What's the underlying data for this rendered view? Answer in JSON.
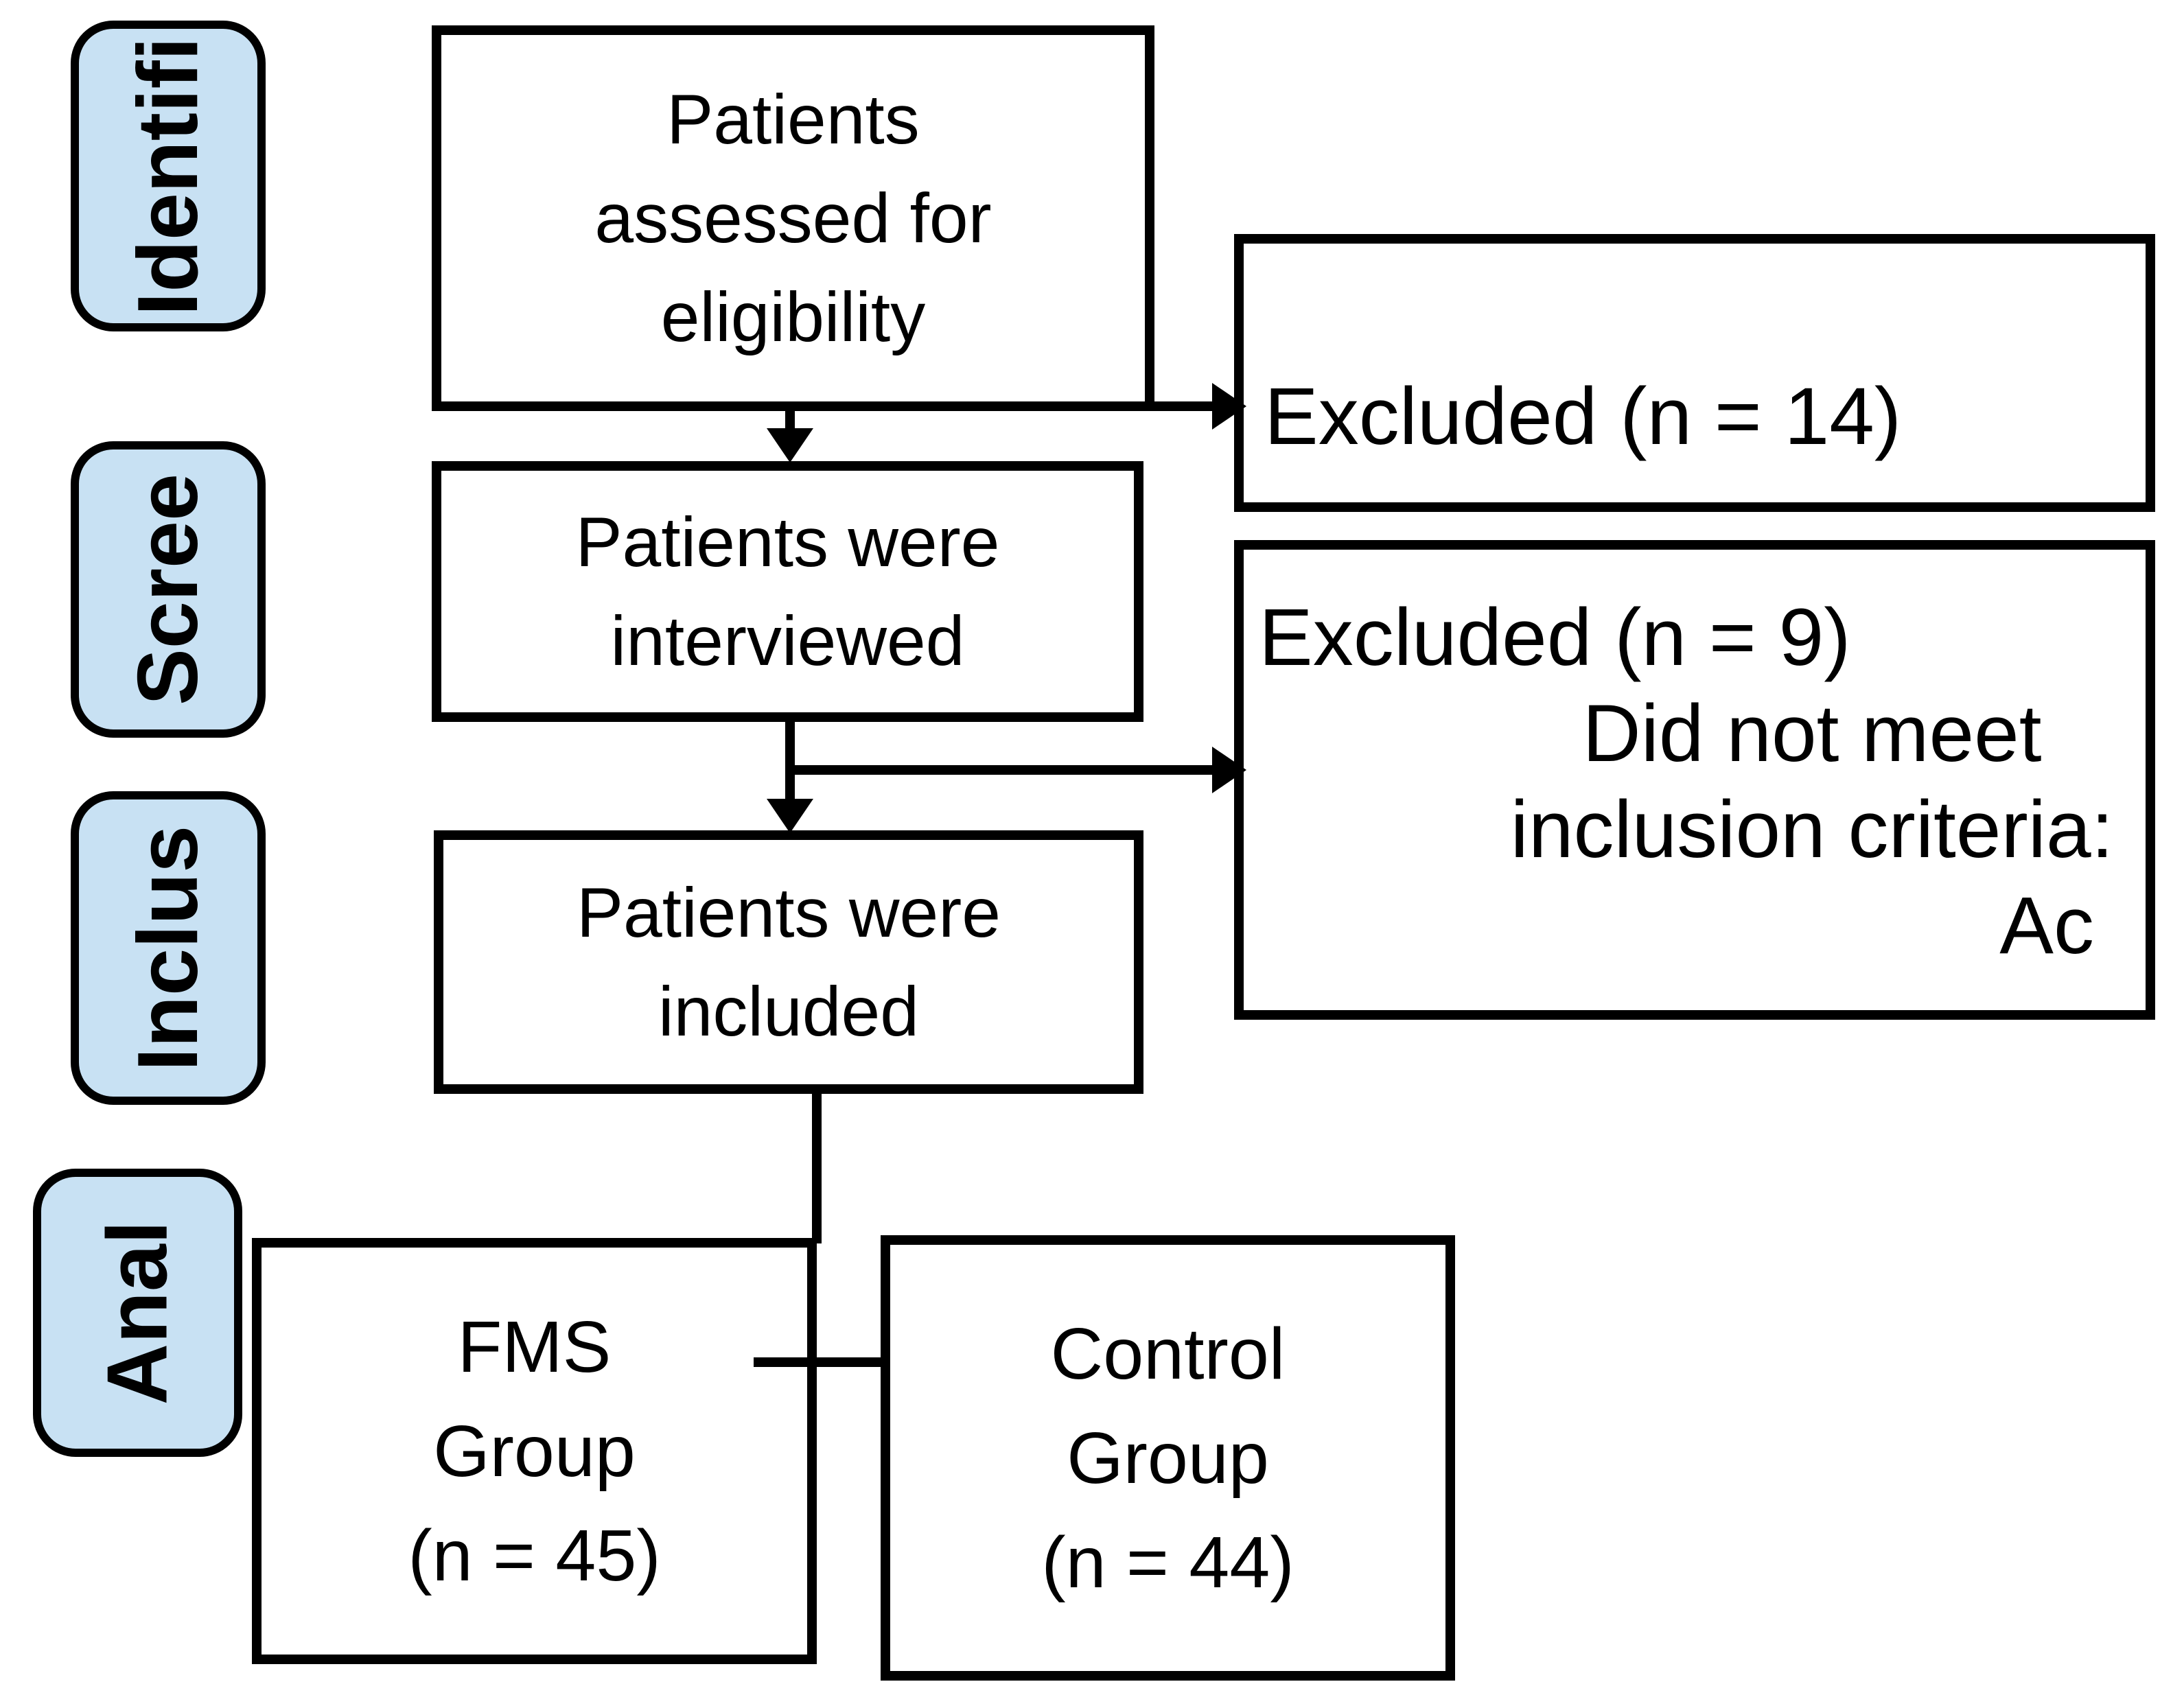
{
  "figure": {
    "background": "#ffffff",
    "border_color": "#000000",
    "stage_fill": "#c8e1f3",
    "stages": [
      {
        "label": "Identifi"
      },
      {
        "label": "Scree"
      },
      {
        "label": "Inclus"
      },
      {
        "label": "Anal"
      }
    ],
    "flow": {
      "assessed": {
        "lines": [
          "Patients",
          "assessed for",
          "eligibility"
        ]
      },
      "interviewed": {
        "lines": [
          "Patients were",
          "interviewed"
        ]
      },
      "included": {
        "lines": [
          "Patients were",
          "included"
        ]
      },
      "fms": {
        "lines": [
          "FMS",
          "Group",
          "(n = 45)"
        ]
      },
      "control": {
        "lines": [
          "Control",
          "Group",
          "(n = 44)"
        ]
      }
    },
    "excluded1": {
      "lines": [
        "Excluded (n = 14)"
      ]
    },
    "excluded2": {
      "lines": [
        "Excluded (n = 9)",
        "Did not meet",
        "inclusion criteria:",
        "Ac"
      ]
    }
  }
}
